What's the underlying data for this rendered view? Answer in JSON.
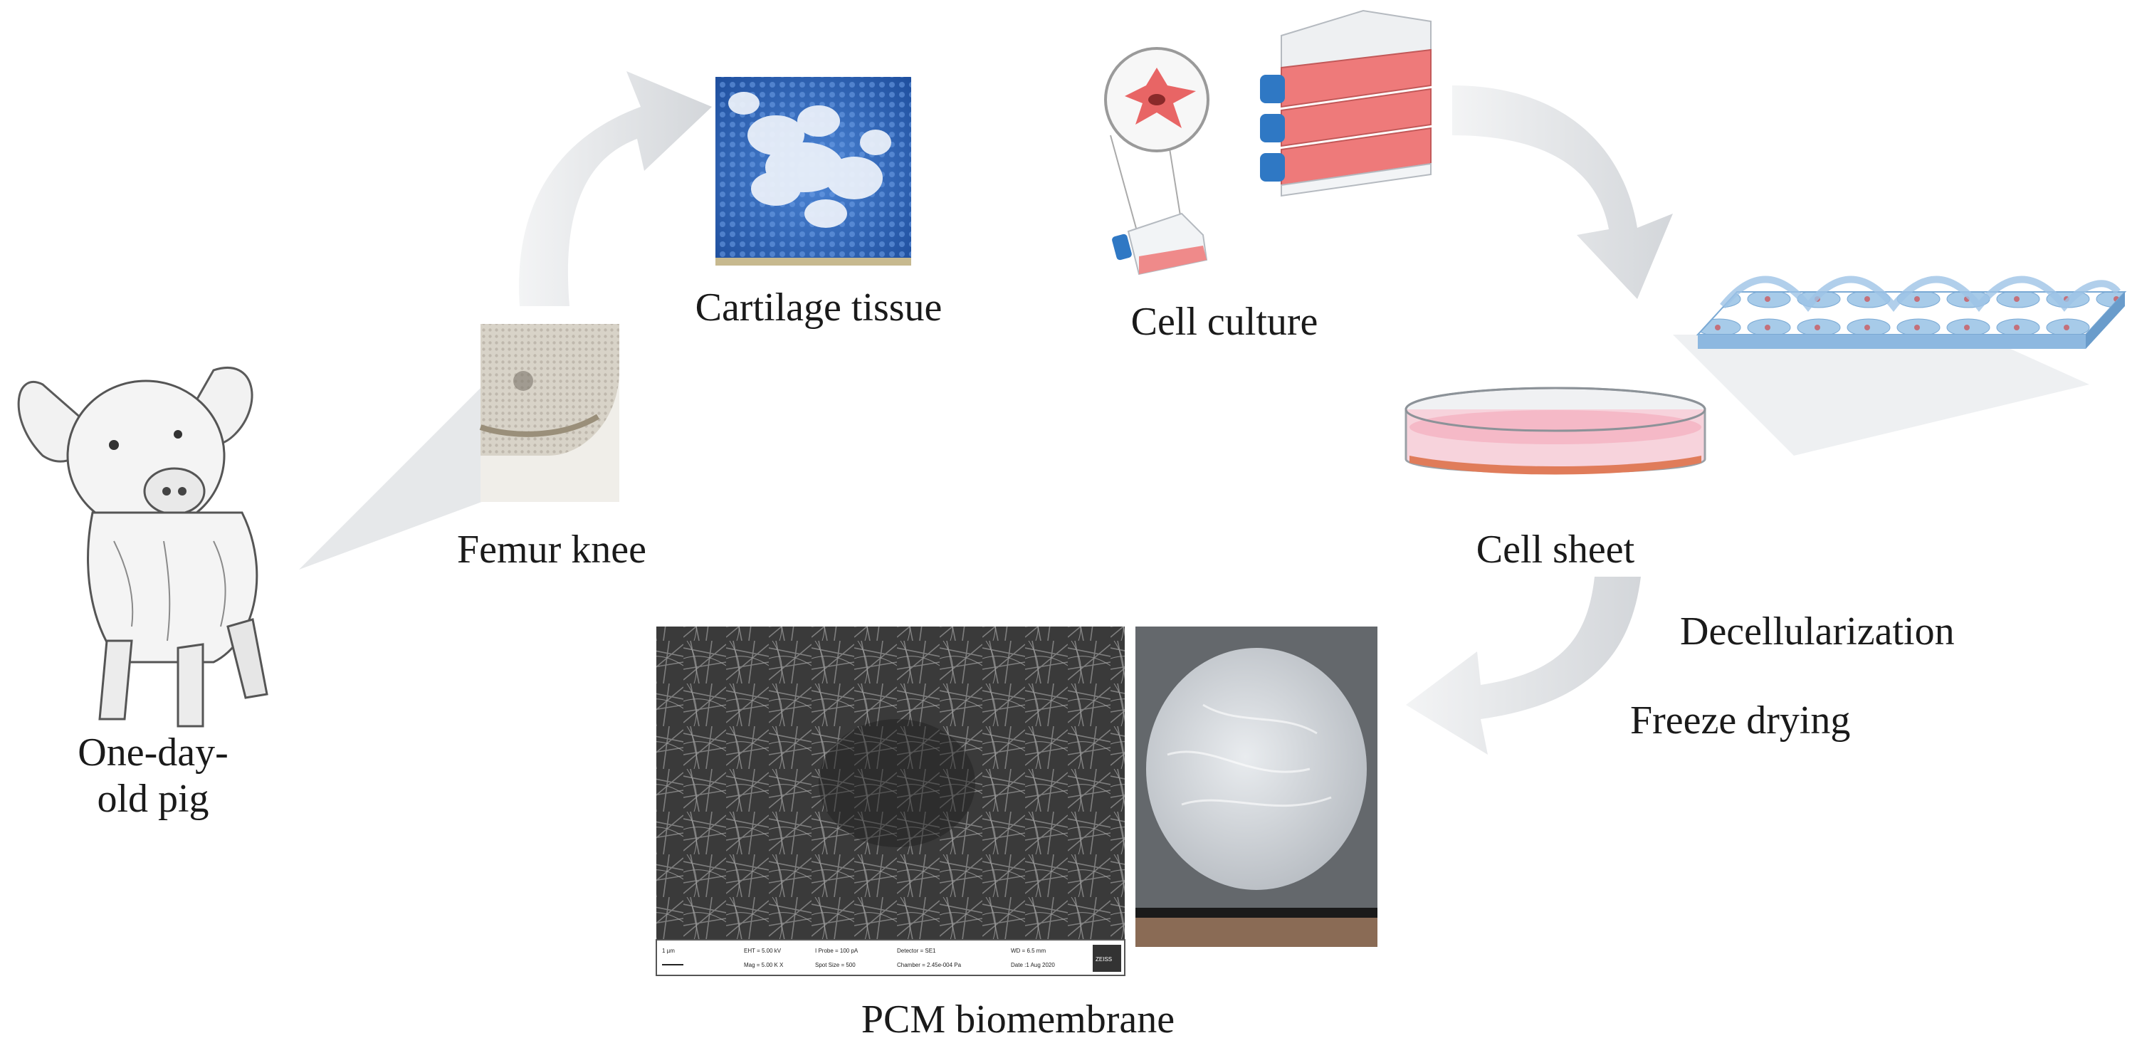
{
  "labels": {
    "pig": [
      "One-day-",
      "old pig"
    ],
    "femur": "Femur knee",
    "cartilage": "Cartilage tissue",
    "culture": "Cell culture",
    "sheet": "Cell sheet",
    "decell": "Decellularization",
    "freeze": "Freeze drying",
    "pcm": "PCM biomembrane"
  },
  "sem_footer": {
    "scale": "1 µm",
    "col1": [
      "EHT = 5.00 kV",
      "Mag = 5.00 K X"
    ],
    "col2": [
      "I Probe = 100 pA",
      "Spot Size = 500"
    ],
    "col3": [
      "Detector = SE1",
      "Chamber = 2.45e-004 Pa"
    ],
    "col4": [
      "WD = 6.5 mm",
      "Date :1 Aug 2020"
    ],
    "brand": "ZEISS"
  },
  "colors": {
    "arrow": "#d9dcdf",
    "culture_red": "#ea6b6b",
    "cap_blue": "#2f78c4",
    "cartilage_blue": "#2f63b8",
    "sheet_blue": "#b9d6ee",
    "dish_pink": "#f4b6c4"
  }
}
